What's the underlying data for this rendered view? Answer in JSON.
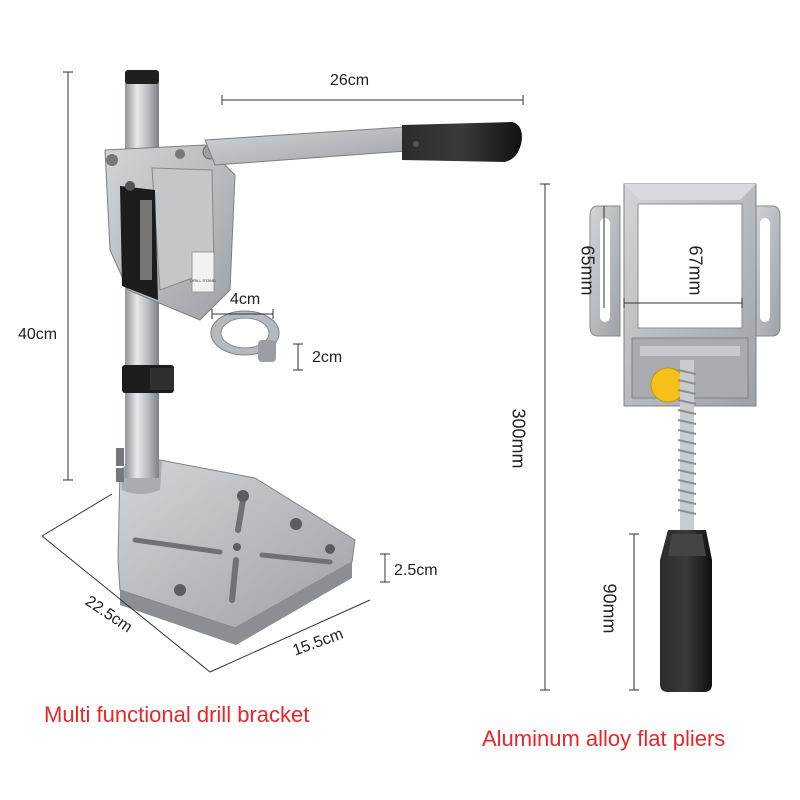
{
  "colors": {
    "caption": "#e8262a",
    "aluminum": "#b9bcc0",
    "aluminum_dark": "#8c9094",
    "black_part": "#1b1b1b",
    "knob": "#f5c018",
    "dim_line": "#333333"
  },
  "dimensions": {
    "arm_length": "26cm",
    "total_height": "40cm",
    "collar_diameter": "4cm",
    "collar_height": "2cm",
    "base_thickness": "2.5cm",
    "base_depth": "22.5cm",
    "base_width": "15.5cm",
    "vise_height": "300mm",
    "vise_inner_height": "65mm",
    "vise_inner_width": "67mm",
    "handle_length": "90mm"
  },
  "captions": {
    "drill_bracket": "Multi functional drill bracket",
    "pliers": "Aluminum alloy flat pliers"
  },
  "product_labels": {
    "stand_sticker": "DRILL STAND"
  }
}
